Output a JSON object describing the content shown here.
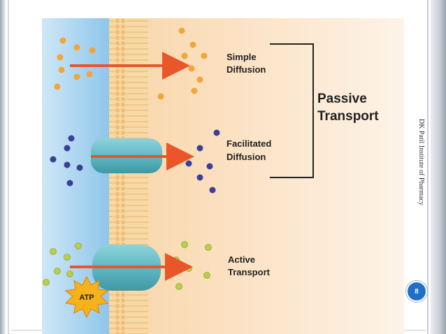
{
  "diagram": {
    "labels": {
      "simple_line1": "Simple",
      "simple_line2": "Diffusion",
      "facilitated_line1": "Facilitated",
      "facilitated_line2": "Diffusion",
      "active_line1": "Active",
      "active_line2": "Transport",
      "passive_line1": "Passive",
      "passive_line2": "Transport",
      "atp": "ATP"
    },
    "colors": {
      "outside_blue": "#a8d2ee",
      "inside_peach": "#fbe3c4",
      "membrane": "#f3c98e",
      "arrow": "#e8562a",
      "protein": "#5fb8c3",
      "orange_molecule": "#f2a53a",
      "purple_molecule": "#3b3f9a",
      "green_molecule": "#b9cf4a",
      "atp_star": "#f6b21b"
    }
  },
  "side_text": "DK Patil Institute of Pharmacy",
  "page_number": "8"
}
